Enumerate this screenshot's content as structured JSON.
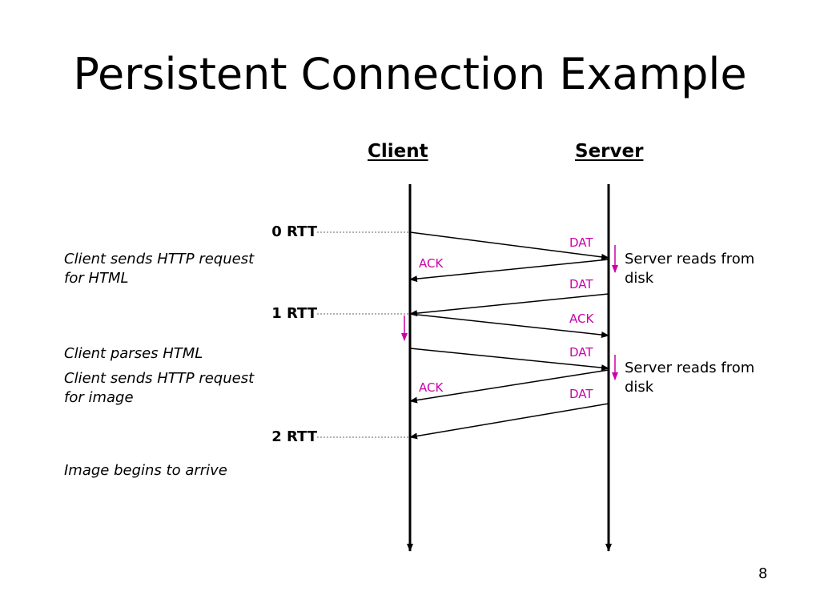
{
  "title": "Persistent Connection Example",
  "columns": {
    "client": "Client",
    "server": "Server"
  },
  "rtt_markers": [
    "0 RTT",
    "1 RTT",
    "2 RTT"
  ],
  "client_notes": {
    "request_html_1": "Client sends HTTP request",
    "request_html_2": "for HTML",
    "parses_html": "Client parses HTML",
    "request_image_1": "Client sends HTTP request",
    "request_image_2": "for image",
    "image_arrives": "Image begins to arrive"
  },
  "server_notes": {
    "first_1": "Server reads from",
    "first_2": "disk",
    "second_1": "Server reads from",
    "second_2": "disk"
  },
  "packets": {
    "dat": "DAT",
    "ack": "ACK"
  },
  "page_number": "8",
  "colors": {
    "packet_label": "#cc00aa",
    "processing_arrow": "#cc00aa",
    "line": "#000000",
    "rtt_guide": "#666666"
  }
}
